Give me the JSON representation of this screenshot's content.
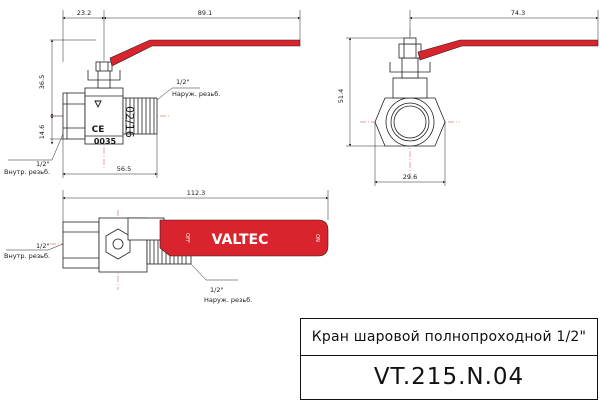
{
  "dimensions": {
    "d_23_2": "23.2",
    "d_89_1": "89.1",
    "d_36_5": "36.5",
    "d_14_6": "14.6",
    "d_56_5": "56.5",
    "d_74_3": "74.3",
    "d_51_4": "51.4",
    "d_29_6": "29.6",
    "d_112_3": "112.3"
  },
  "notes": {
    "thread_size_1": "1/2\"",
    "external_thread_1": "Наруж. резьб.",
    "thread_size_2": "1/2\"",
    "internal_thread_1": "Внутр. резьб.",
    "thread_size_3": "1/2\"",
    "internal_thread_2": "Внутр. резьб.",
    "thread_size_4": "1/2\"",
    "external_thread_2": "Наруж. резьб."
  },
  "body_marks": {
    "ce": "CE",
    "cert": "0035",
    "date": "02/16"
  },
  "handle": {
    "brand": "VALTEC",
    "off_label": "OFF",
    "on_label": "ON",
    "color": "#d9232d"
  },
  "title_block": {
    "name": "Кран шаровой полнопроходной 1/2\"",
    "code": "VT.215.N.04"
  }
}
